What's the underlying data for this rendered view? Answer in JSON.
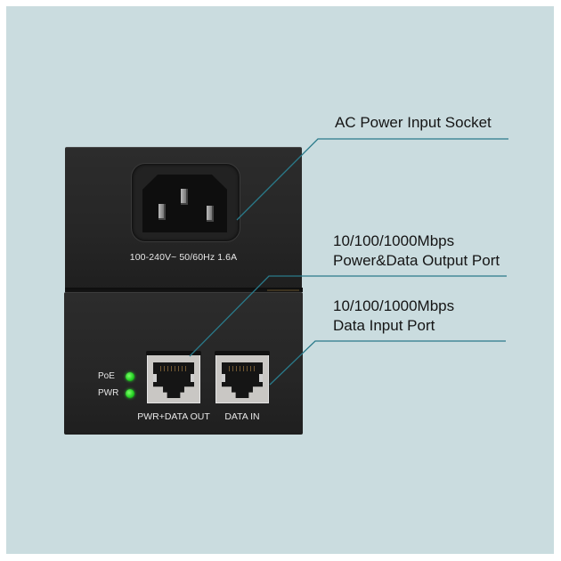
{
  "colors": {
    "background": "#cadcdf",
    "device_body": "#262626",
    "leader_line": "#2a7a8a",
    "led_green": "#22cc22",
    "label_text": "#151515"
  },
  "top_unit": {
    "socket_icon": "iec-c14-power-socket",
    "rating_text": "100-240V~ 50/60Hz 1.6A"
  },
  "bottom_unit": {
    "leds": [
      {
        "label": "PoE",
        "state": "on",
        "color": "green"
      },
      {
        "label": "PWR",
        "state": "on",
        "color": "green"
      }
    ],
    "ports": [
      {
        "label": "PWR+DATA OUT",
        "icon": "rj45-port"
      },
      {
        "label": "DATA IN",
        "icon": "rj45-port"
      }
    ]
  },
  "callouts": [
    {
      "lines": [
        "AC Power Input Socket"
      ]
    },
    {
      "lines": [
        "10/100/1000Mbps",
        "Power&Data Output Port"
      ]
    },
    {
      "lines": [
        "10/100/1000Mbps",
        "Data Input Port"
      ]
    }
  ]
}
